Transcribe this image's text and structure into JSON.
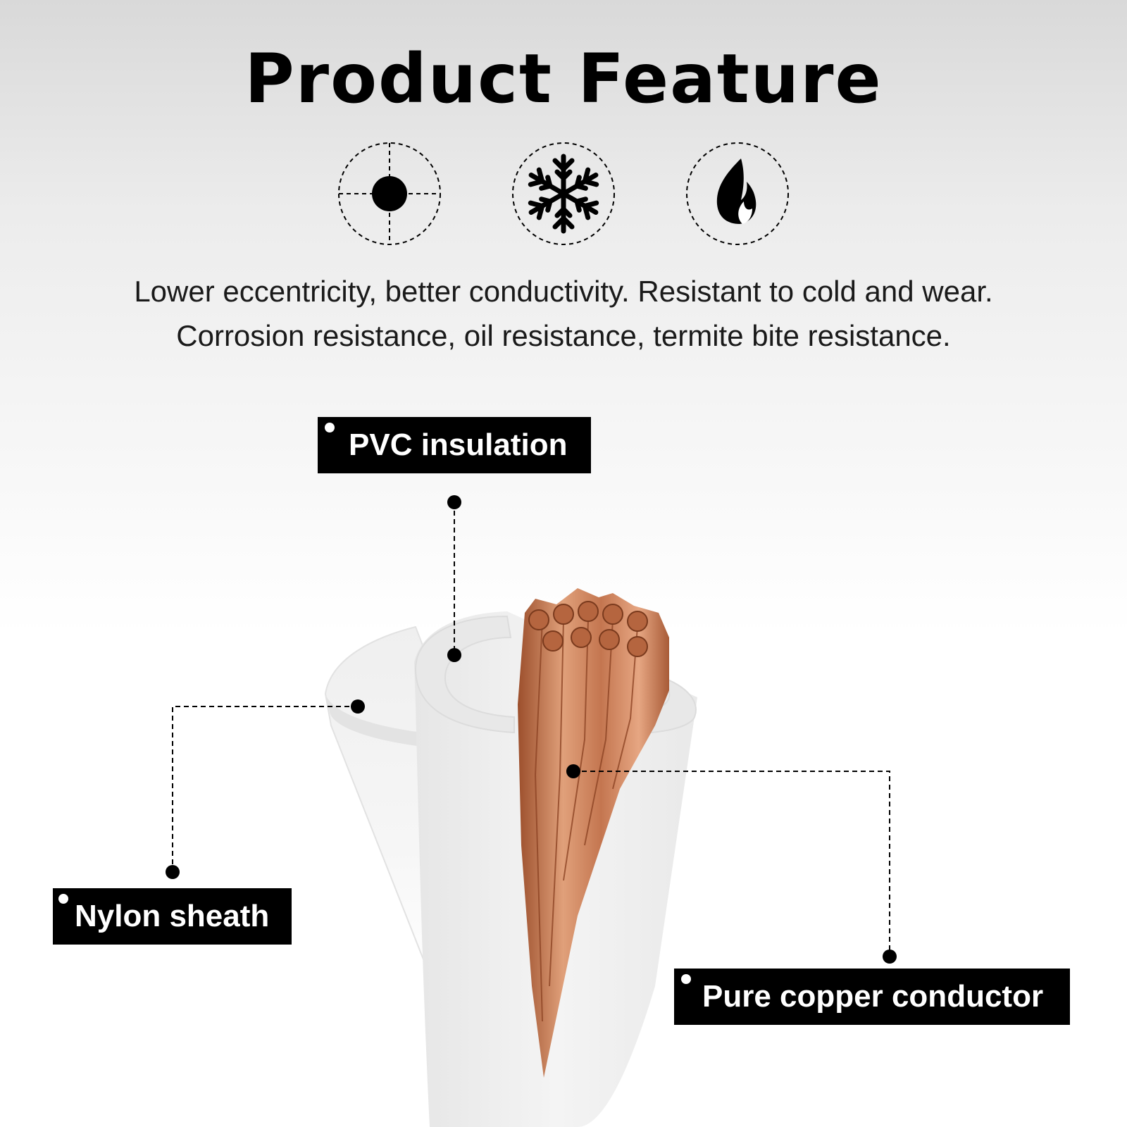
{
  "title": "Product Feature",
  "icons": [
    {
      "name": "eccentricity-icon"
    },
    {
      "name": "snowflake-icon"
    },
    {
      "name": "flame-icon"
    }
  ],
  "description": {
    "line1": "Lower eccentricity, better conductivity.  Resistant to cold and wear.",
    "line2": "Corrosion resistance, oil resistance, termite bite resistance."
  },
  "labels": {
    "pvc": "PVC insulation",
    "nylon": "Nylon sheath",
    "copper": "Pure copper conductor"
  },
  "colors": {
    "label_bg": "#000000",
    "label_text": "#ffffff",
    "copper": "#c77a52"
  }
}
